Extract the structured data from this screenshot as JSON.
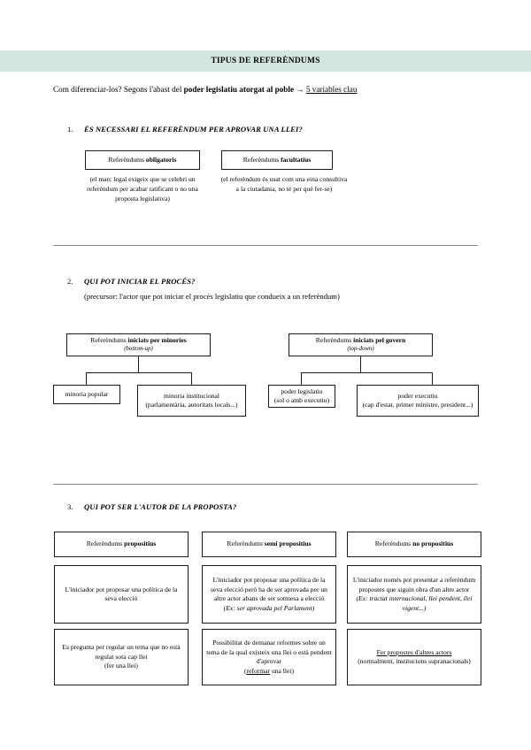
{
  "document": {
    "title": "TIPUS DE REFERÈNDUMS",
    "banner_color": "#d4e6e0",
    "intro": {
      "part1": "Com diferenciar-los? Segons l'abast del ",
      "bold": "poder legislatiu atorgat al poble",
      "arrow": " → ",
      "underlined": "5 variables clau"
    }
  },
  "section1": {
    "number": "1.",
    "heading": "ÉS NECESSARI EL REFERÈNDUM PER APROVAR UNA LLEI?",
    "boxes": [
      {
        "title_plain": "Referèndums ",
        "title_bold": "obligatoris",
        "description": "(el marc legal exigeix que se celebri un referèndum per acabar ratificant o no una proposta legislativa)"
      },
      {
        "title_plain": "Referèndums ",
        "title_bold": "facultatius",
        "description": "(el referèndum és usat com una eina consultiva a la ciutadania, no té per què fer-se)"
      }
    ]
  },
  "section2": {
    "number": "2.",
    "heading": "QUI POT INICIAR EL PROCÉS?",
    "subheading": "(precursor: l'actor que pot iniciar el procés legislatiu que condueix a un referèndum)",
    "branch_left": {
      "title_plain": "Referèndums ",
      "title_bold": "iniciats per minories",
      "title_italic": "(bottom-up)",
      "children": [
        {
          "label": "minoria popular"
        },
        {
          "label": "minoria institucional",
          "sub": "(parlamentària, autoritats locals...)"
        }
      ]
    },
    "branch_right": {
      "title_plain": "Referèndums ",
      "title_bold": "iniciats pel govern",
      "title_italic": "(top-down)",
      "children": [
        {
          "label": "poder legislatiu",
          "sub": "(sol o amb executiu)"
        },
        {
          "label": "poder executiu",
          "sub": "(cap d'estat, primer ministre, president...)"
        }
      ]
    }
  },
  "section3": {
    "number": "3.",
    "heading": "QUI POT SER L'AUTOR DE LA PROPOSTA?",
    "columns": [
      {
        "header_plain": "Referèndums ",
        "header_bold": "propositius",
        "cell1": "L'iniciador pot proposar una política de la seva elecció",
        "cell2_main": "Es pregunta per regular un tema que no està regulat sota cap llei",
        "cell2_note": "(fer una llei)",
        "cell2_note_underline": ""
      },
      {
        "header_plain": "Referèndums ",
        "header_bold": "semi propositius",
        "cell1": "L'iniciador pot proposar una política de la seva elecció però ha de ser aprovada per un altre actor abans de ser sotmesa a elecció",
        "cell1_italic": "(Ex: ser aprovada pel Parlament)",
        "cell2_main": "Possibilitat de demanar reformes sobre un tema de la qual existeix una llei o està pendent d'aprovar",
        "cell2_note_underline": "reformar",
        "cell2_note_rest": " una llei)"
      },
      {
        "header_plain": "Referèndums ",
        "header_bold": "no propositius",
        "cell1": "L'iniciador només pot presentar a referèndum propostes que siguin obra d'un altre actor",
        "cell1_italic": "(Ex: tractat internacional, llei pendent, llei vigent...)",
        "cell2_underline": "Fer propostes d'altres actors",
        "cell2_main": "",
        "cell2_note": "(normalment, institucions supranacionals)"
      }
    ]
  }
}
